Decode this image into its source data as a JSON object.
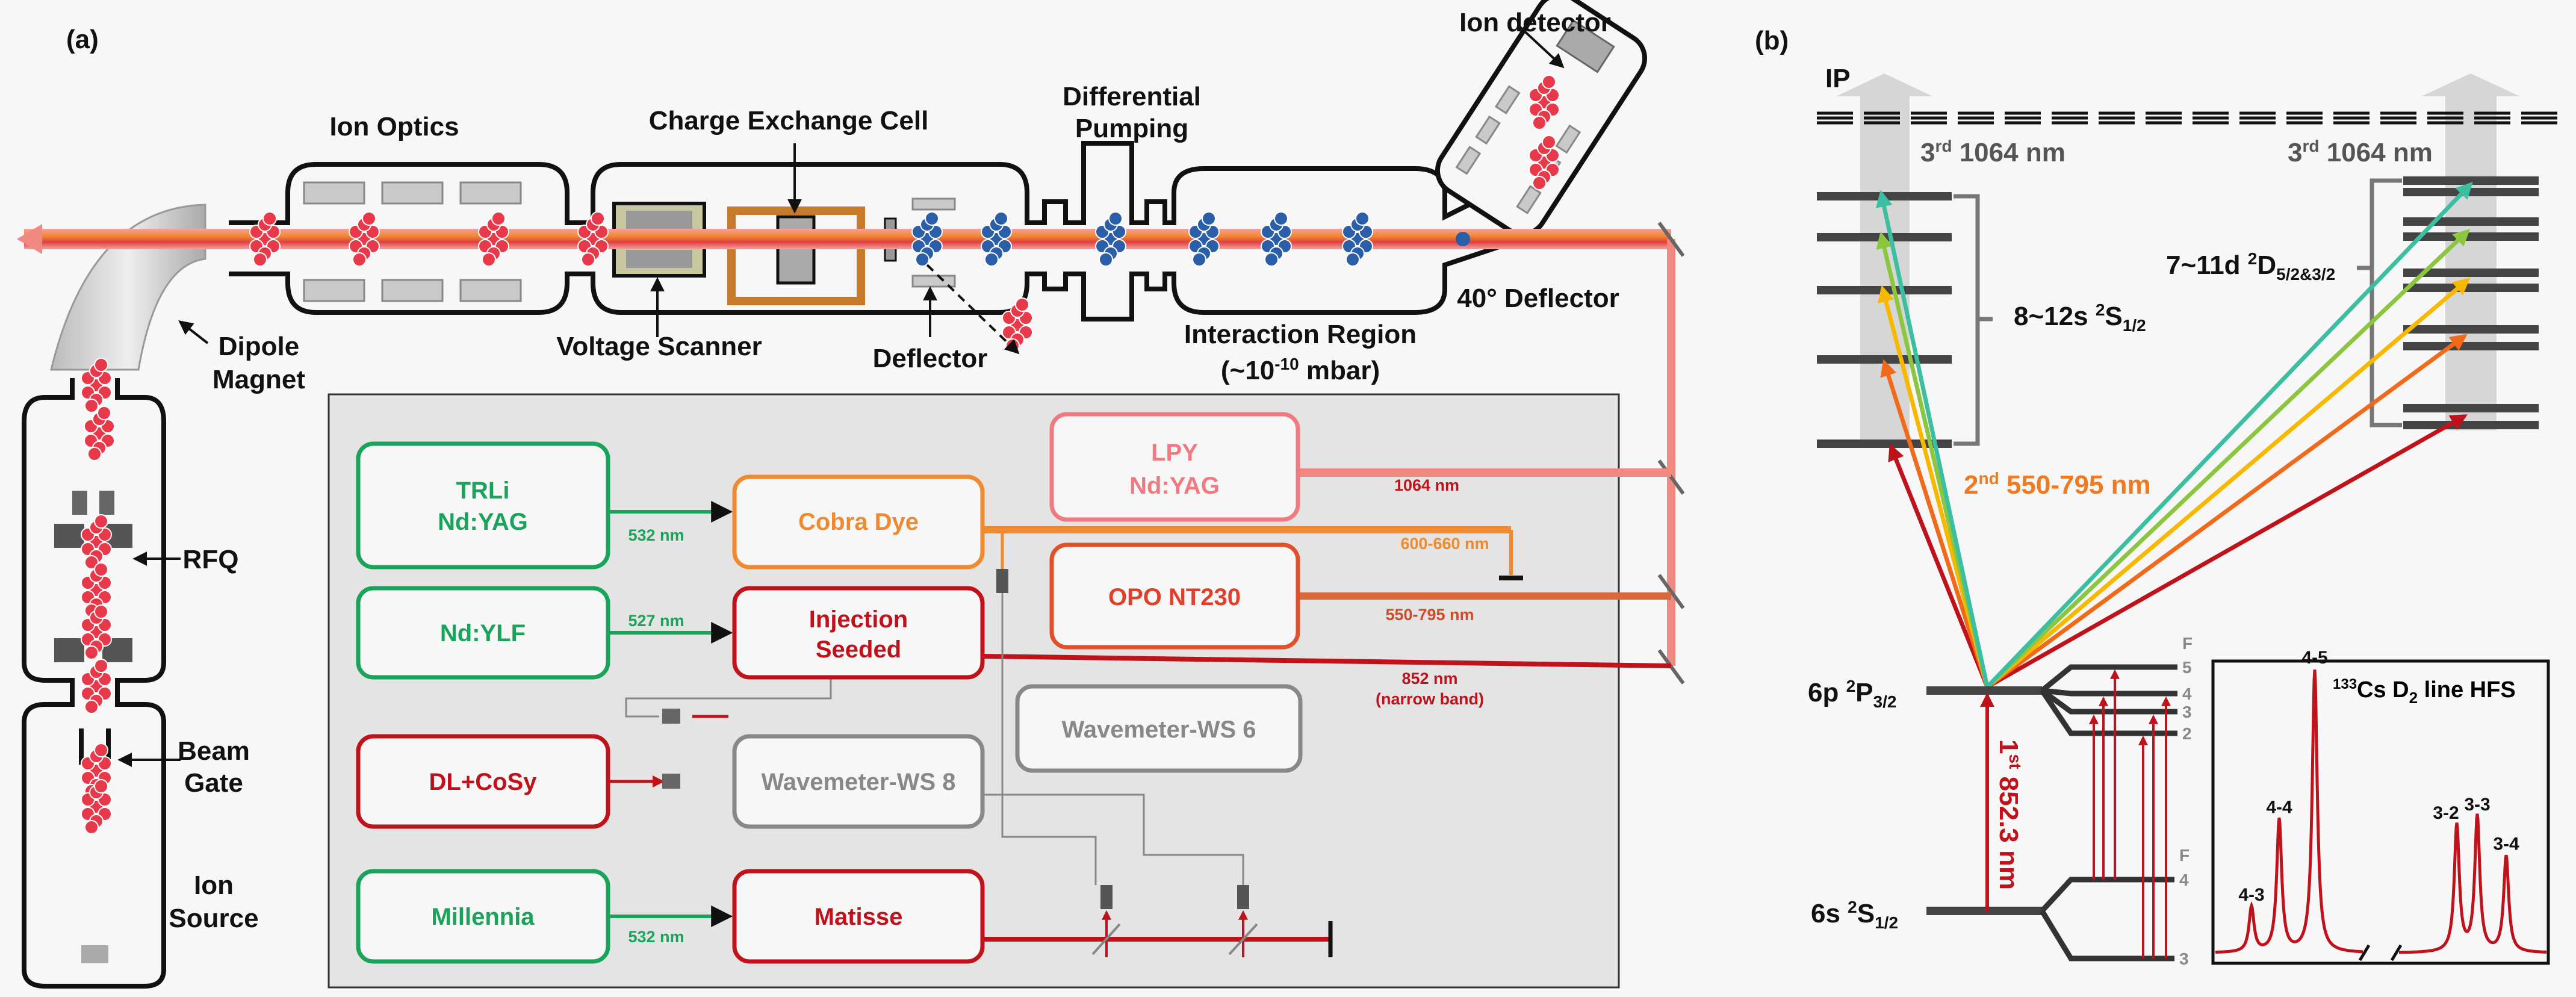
{
  "panel_a": {
    "label": "(a)",
    "ion_optics": "Ion Optics",
    "charge_exchange_cell": "Charge Exchange Cell",
    "differential_pumping": [
      "Differential",
      "Pumping"
    ],
    "ion_detector": "Ion detector",
    "deflector_40": "40° Deflector",
    "interaction_region": "Interaction Region",
    "pressure_prefix": "(~10",
    "pressure_exp": "-10",
    "pressure_suffix": " mbar)",
    "deflector": "Deflector",
    "voltage_scanner": "Voltage Scanner",
    "dipole_magnet": [
      "Dipole",
      "Magnet"
    ],
    "rfq": "RFQ",
    "beam_gate": [
      "Beam",
      "Gate"
    ],
    "ion_source": [
      "Ion",
      "Source"
    ],
    "lasers": {
      "trli": [
        "TRLi",
        "Nd:YAG"
      ],
      "cobra": "Cobra Dye",
      "lpy": [
        "LPY",
        "Nd:YAG"
      ],
      "opo": "OPO NT230",
      "ndylf": "Nd:YLF",
      "injection": [
        "Injection",
        "Seeded"
      ],
      "ws6": "Wavemeter-WS 6",
      "dl": "DL+CoSy",
      "ws8": "Wavemeter-WS 8",
      "millennia": "Millennia",
      "matisse": "Matisse"
    },
    "wavelengths": {
      "w532a": "532 nm",
      "w527": "527 nm",
      "w532b": "532 nm",
      "w1064": "1064 nm",
      "w600": "600-660 nm",
      "w550": "550-795 nm",
      "w852": "852 nm",
      "narrow": "(narrow band)"
    },
    "colors": {
      "green": "#1aa35a",
      "orange": "#f08a30",
      "pink": "#f07a80",
      "red": "#c0121b",
      "gray": "#888888"
    }
  },
  "panel_b": {
    "label": "(b)",
    "ip": "IP",
    "third_left": {
      "sup": "rd",
      "pre": "3",
      "text": " 1064 nm"
    },
    "third_right": {
      "sup": "rd",
      "pre": "3",
      "text": " 1064 nm"
    },
    "s_series": {
      "main": "8~12s ",
      "sup": "2",
      "term": "S",
      "sub": "1/2"
    },
    "d_series": {
      "main": "7~11d ",
      "sup": "2",
      "term": "D",
      "sub": "5/2&3/2"
    },
    "second": {
      "pre": "2",
      "sup": "nd",
      "text": " 550-795 nm"
    },
    "first": {
      "pre": "1",
      "sup": "st",
      "text": " 852.3 nm"
    },
    "p_level": {
      "main": "6p ",
      "sup": "2",
      "term": "P",
      "sub": "3/2"
    },
    "s_level": {
      "main": "6s ",
      "sup": "2",
      "term": "S",
      "sub": "1/2"
    },
    "f_upper": {
      "label": "F",
      "values": [
        "5",
        "4",
        "3",
        "2"
      ]
    },
    "f_lower": {
      "label": "F",
      "values": [
        "4",
        "3"
      ]
    },
    "inset": {
      "title_sup": "133",
      "title_main": "Cs D",
      "title_sub": "2",
      "title_rest": " line HFS",
      "peaks": [
        {
          "label": "4-3",
          "rel": 0.16
        },
        {
          "label": "4-4",
          "rel": 0.47
        },
        {
          "label": "4-5",
          "rel": 1.0
        },
        {
          "label": "3-2",
          "rel": 0.45
        },
        {
          "label": "3-3",
          "rel": 0.48
        },
        {
          "label": "3-4",
          "rel": 0.34
        }
      ]
    },
    "arrow_colors": [
      "#c0121b",
      "#f06a1a",
      "#f8b800",
      "#8cc63f",
      "#3cbfa0"
    ]
  }
}
